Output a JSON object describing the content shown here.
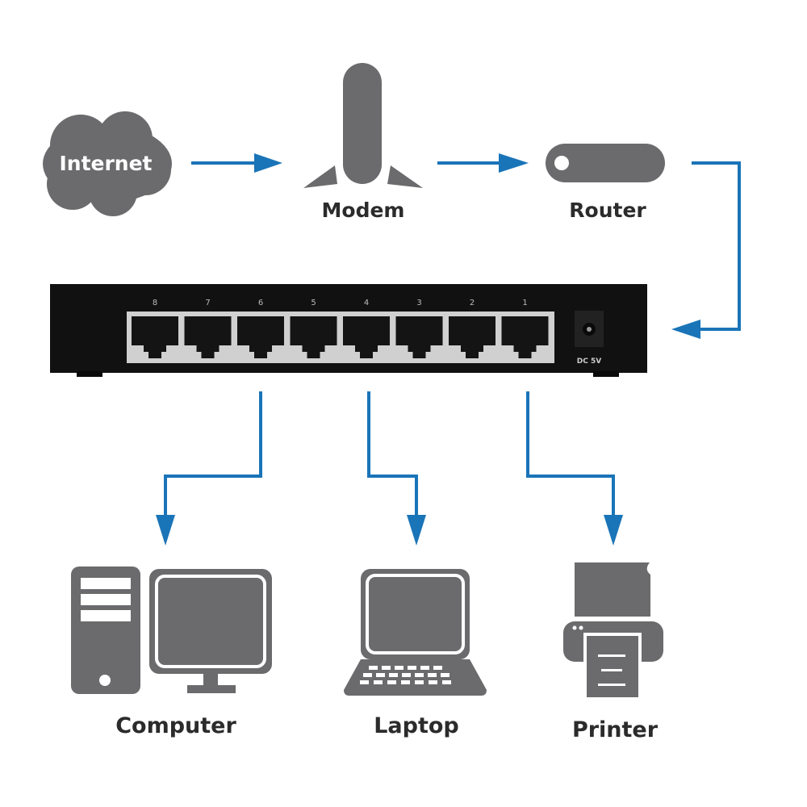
{
  "diagram": {
    "colors": {
      "icon_gray": "#6b6b6d",
      "arrow_blue": "#1a74b8",
      "switch_black": "#111111",
      "port_frame": "#d0d0d0",
      "label_text": "#2b2b2b"
    },
    "nodes": {
      "internet": {
        "label": "Internet",
        "icon": "cloud-icon"
      },
      "modem": {
        "label": "Modem",
        "icon": "modem-icon"
      },
      "router": {
        "label": "Router",
        "icon": "router-icon"
      },
      "switch": {
        "icon": "network-switch-icon",
        "port_labels": [
          "8",
          "7",
          "6",
          "5",
          "4",
          "3",
          "2",
          "1"
        ],
        "power_label": "DC 5V"
      },
      "computer": {
        "label": "Computer",
        "icon": "desktop-computer-icon"
      },
      "laptop": {
        "label": "Laptop",
        "icon": "laptop-icon"
      },
      "printer": {
        "label": "Printer",
        "icon": "printer-icon"
      }
    },
    "edges": [
      {
        "from": "Internet",
        "to": "Modem"
      },
      {
        "from": "Modem",
        "to": "Router"
      },
      {
        "from": "Router",
        "to": "Switch"
      },
      {
        "from": "Switch",
        "to": "Computer"
      },
      {
        "from": "Switch",
        "to": "Laptop"
      },
      {
        "from": "Switch",
        "to": "Printer"
      }
    ]
  }
}
